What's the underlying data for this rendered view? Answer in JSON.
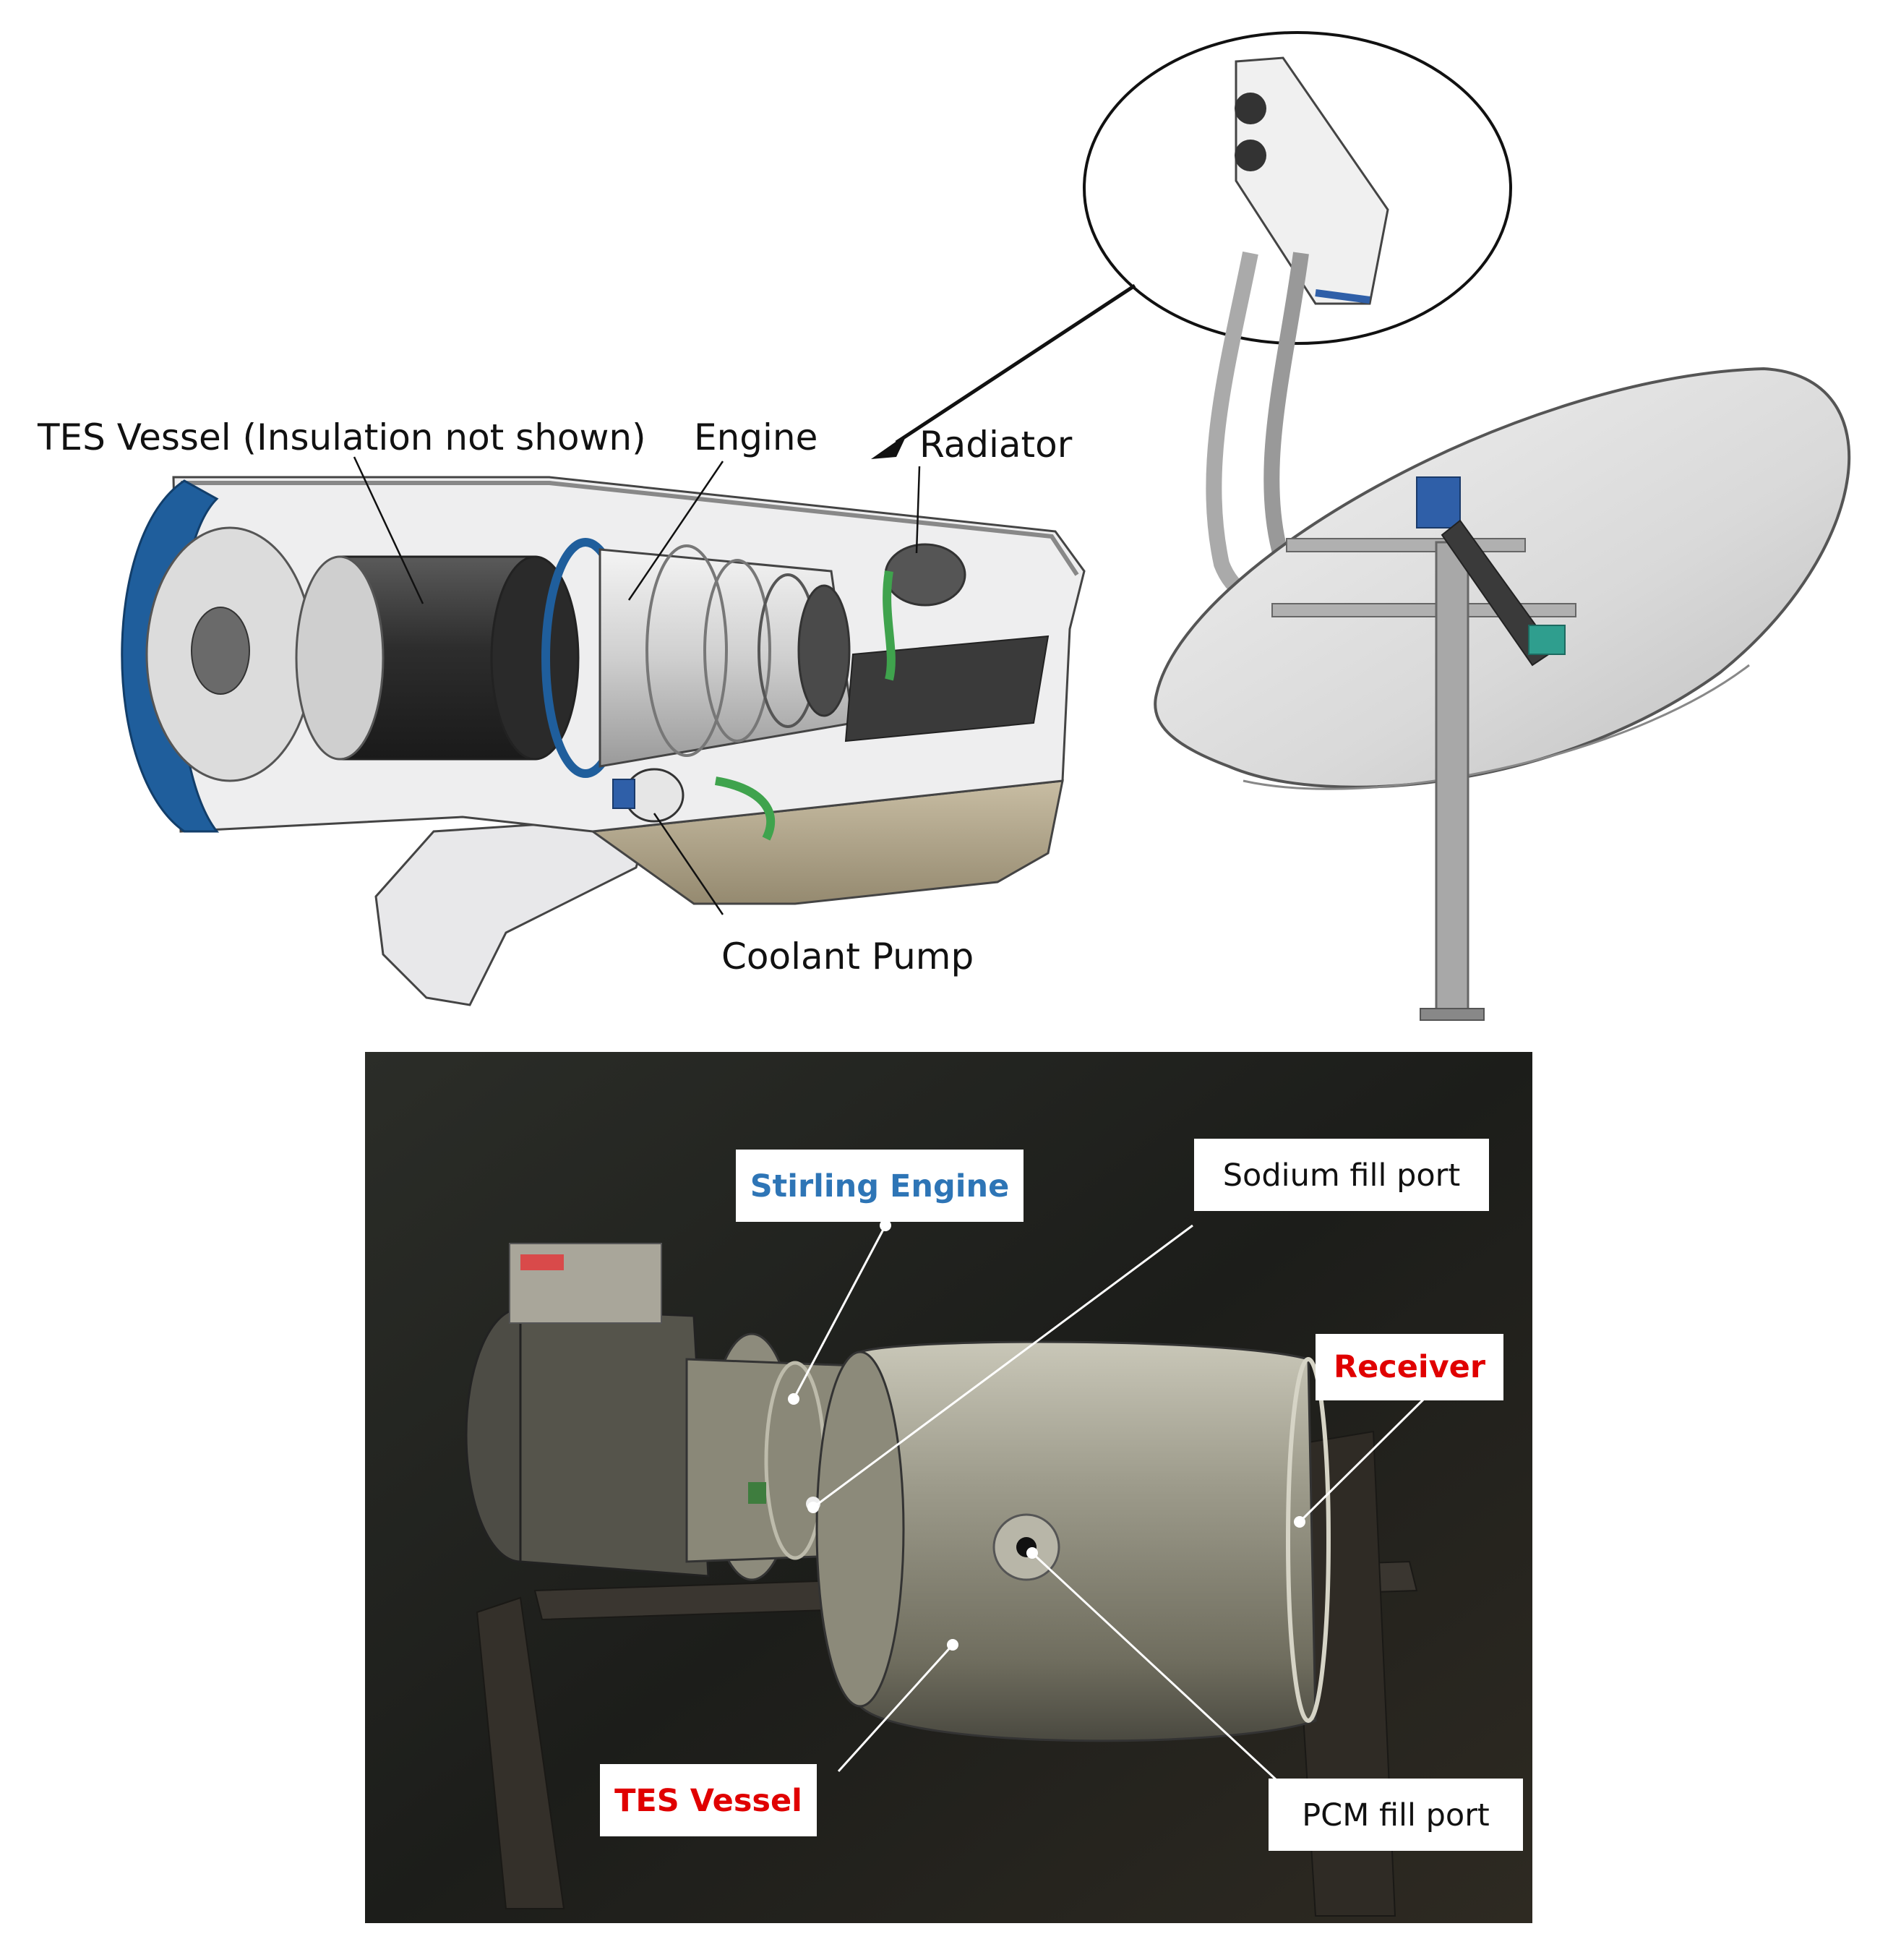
{
  "labels": {
    "tes_vessel_cad": "TES Vessel (Insulation not shown)",
    "engine": "Engine",
    "radiator": "Radiator",
    "coolant_pump": "Coolant Pump",
    "stirling_engine": "Stirling Engine",
    "sodium_fill_port": "Sodium fill port",
    "receiver": "Receiver",
    "tes_vessel_photo": "TES Vessel",
    "pcm_fill_port": "PCM fill port"
  },
  "colors": {
    "stirling_engine_label": "#2e75b6",
    "receiver_label": "#e00000",
    "tes_vessel_label": "#e00000",
    "cad_accent_blue": "#1f5e9c",
    "cad_housing_tan": "#b0a48a"
  }
}
